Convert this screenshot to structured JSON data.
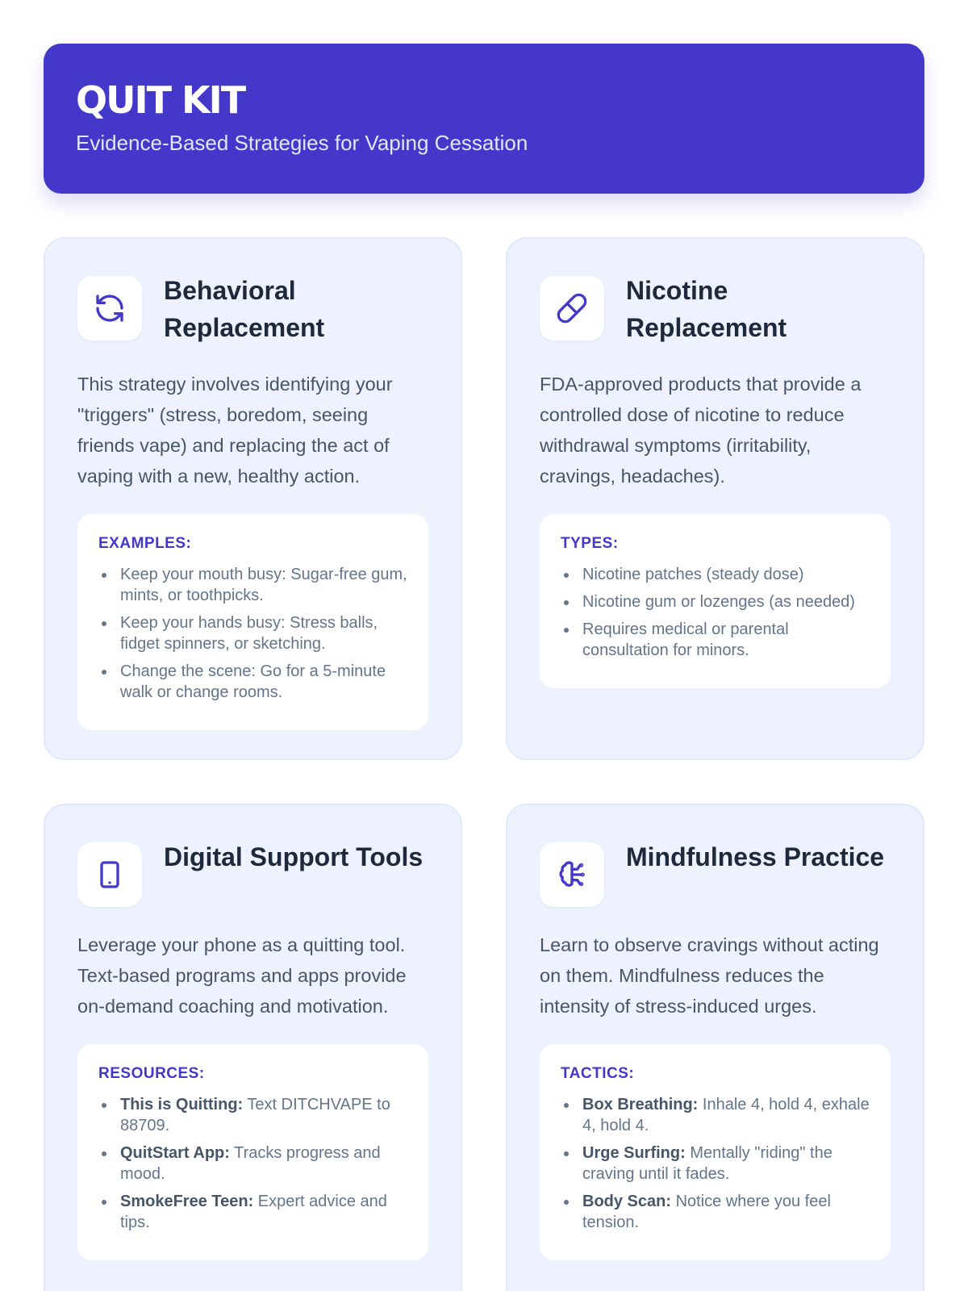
{
  "header": {
    "title": "QUIT KIT",
    "subtitle": "Evidence-Based Strategies for Vaping Cessation"
  },
  "cards": [
    {
      "icon": "refresh-icon",
      "title": "Behavioral Replacement",
      "description": "This strategy involves identifying your \"triggers\" (stress, boredom, seeing friends vape) and replacing the act of vaping with a new, healthy action.",
      "box_label": "EXAMPLES:",
      "items": [
        {
          "bold": "",
          "text": "Keep your mouth busy: Sugar-free gum, mints, or toothpicks."
        },
        {
          "bold": "",
          "text": "Keep your hands busy: Stress balls, fidget spinners, or sketching."
        },
        {
          "bold": "",
          "text": "Change the scene: Go for a 5-minute walk or change rooms."
        }
      ]
    },
    {
      "icon": "pill-icon",
      "title": "Nicotine Replacement",
      "description": "FDA-approved products that provide a controlled dose of nicotine to reduce withdrawal symptoms (irritability, cravings, headaches).",
      "box_label": "TYPES:",
      "items": [
        {
          "bold": "",
          "text": "Nicotine patches (steady dose)"
        },
        {
          "bold": "",
          "text": "Nicotine gum or lozenges (as needed)"
        },
        {
          "bold": "",
          "text": "Requires medical or parental consultation for minors."
        }
      ]
    },
    {
      "icon": "tablet-icon",
      "title": "Digital Support Tools",
      "description": "Leverage your phone as a quitting tool. Text-based programs and apps provide on-demand coaching and motivation.",
      "box_label": "RESOURCES:",
      "items": [
        {
          "bold": "This is Quitting:",
          "text": " Text DITCHVAPE to 88709."
        },
        {
          "bold": "QuitStart App:",
          "text": " Tracks progress and mood."
        },
        {
          "bold": "SmokeFree Teen:",
          "text": " Expert advice and tips."
        }
      ]
    },
    {
      "icon": "brain-icon",
      "title": "Mindfulness Practice",
      "description": "Learn to observe cravings without acting on them. Mindfulness reduces the intensity of stress-induced urges.",
      "box_label": "TACTICS:",
      "items": [
        {
          "bold": "Box Breathing:",
          "text": " Inhale 4, hold 4, exhale 4, hold 4."
        },
        {
          "bold": "Urge Surfing:",
          "text": " Mentally \"riding\" the craving until it fades."
        },
        {
          "bold": "Body Scan:",
          "text": " Notice where you feel tension."
        }
      ]
    }
  ]
}
